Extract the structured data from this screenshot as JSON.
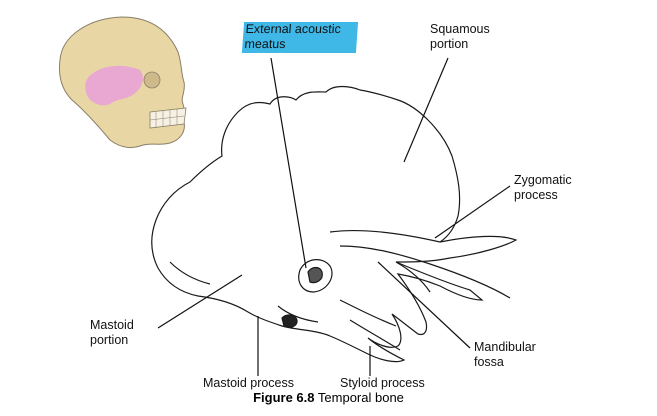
{
  "diagram": {
    "labels": {
      "external_acoustic_meatus": "External acoustic meatus",
      "squamous_portion": "Squamous portion",
      "zygomatic_process": "Zygomatic process",
      "mastoid_portion": "Mastoid portion",
      "mandibular_fossa": "Mandibular fossa",
      "mastoid_process": "Mastoid process",
      "styloid_process": "Styloid process"
    },
    "highlight_color": "#3fb8e8",
    "inset_highlight_color": "#e9a3d6",
    "skull_color": "#e8d6a4"
  },
  "caption": {
    "number": "Figure 6.8",
    "text": "Temporal bone"
  }
}
